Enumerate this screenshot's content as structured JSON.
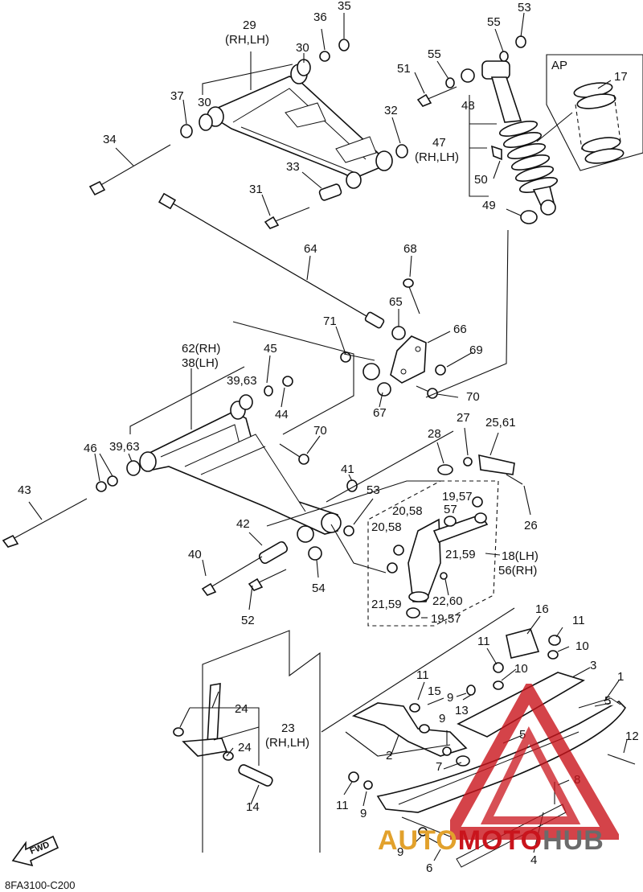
{
  "diagram": {
    "code": "8FA3100-C200",
    "fwd_label": "FWD",
    "inset_label": "AP",
    "watermark": {
      "part1": "AUTO",
      "part2": "MOTO",
      "part3": "HUB"
    },
    "colors": {
      "watermark_red": "#c9141c",
      "watermark_orange": "#e2a12c",
      "watermark_gray": "#6b6b6b"
    },
    "callouts": {
      "c29": "29",
      "c29b": "(RH,LH)",
      "c36": "36",
      "c35": "35",
      "c30a": "30",
      "c30b": "30",
      "c37": "37",
      "c34": "34",
      "c32": "32",
      "c33": "33",
      "c31": "31",
      "c55a": "55",
      "c53": "53",
      "c51": "51",
      "c55b": "55",
      "c48": "48",
      "c47": "47",
      "c47b": "(RH,LH)",
      "c50": "50",
      "c49": "49",
      "c17": "17",
      "c64": "64",
      "c68": "68",
      "c65": "65",
      "c66": "66",
      "c71": "71",
      "c69": "69",
      "c70a": "70",
      "c67": "67",
      "c62": "62(RH)",
      "c38": "38(LH)",
      "c45": "45",
      "c3963a": "39,63",
      "c44": "44",
      "c46": "46",
      "c3963b": "39,63",
      "c70b": "70",
      "c43": "43",
      "c28": "28",
      "c27": "27",
      "c2561": "25,61",
      "c1957a": "19,57",
      "c2058a": "20,58",
      "c57": "57",
      "c2058b": "20,58",
      "c26": "26",
      "c41": "41",
      "c53b": "53",
      "c42": "42",
      "c2159a": "21,59",
      "c18": "18(LH)",
      "c56": "56(RH)",
      "c40": "40",
      "c54": "54",
      "c52": "52",
      "c2260": "22,60",
      "c2159b": "21,59",
      "c1957b": "19,57",
      "c16": "16",
      "c11a": "11",
      "c11b": "11",
      "c10a": "10",
      "c10b": "10",
      "c3": "3",
      "c11c": "11",
      "c15": "15",
      "c9a": "9",
      "c13": "13",
      "c1": "1",
      "c24a": "24",
      "c23": "23",
      "c23b": "(RH,LH)",
      "c9b": "9",
      "c5a": "5",
      "c24b": "24",
      "c2": "2",
      "c5b": "5",
      "c12": "12",
      "c7": "7",
      "c8": "8",
      "c14": "14",
      "c11d": "11",
      "c9c": "9",
      "c9d": "9",
      "c6": "6",
      "c4": "4"
    }
  }
}
